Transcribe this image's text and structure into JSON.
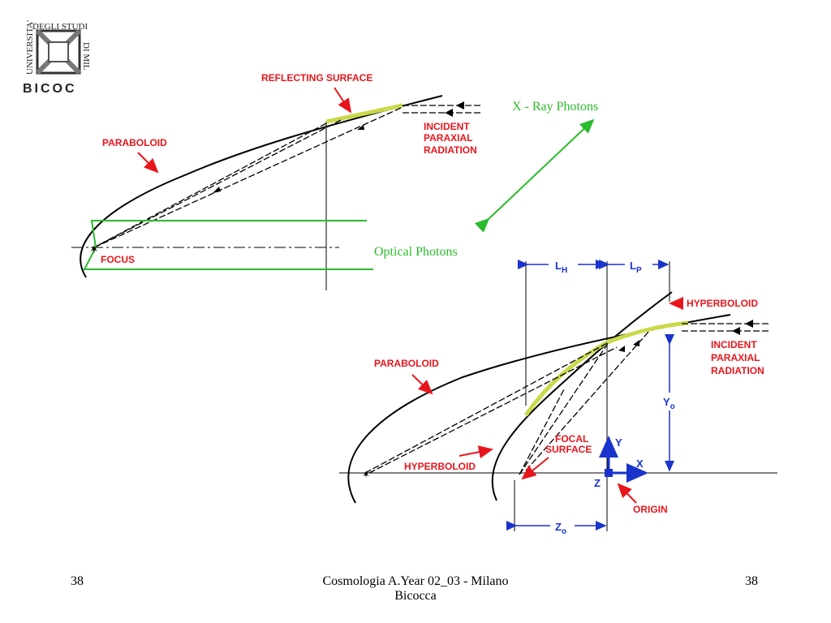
{
  "logo": {
    "universita": "UNIVERSITA'",
    "degli_studi": "DEGLI STUDI",
    "di_mil": "DI MIL",
    "bicoc": "BICOC"
  },
  "top_diagram": {
    "reflecting_surface": "REFLECTING SURFACE",
    "paraboloid": "PARABOLOID",
    "incident": [
      "INCIDENT",
      "PARAXIAL",
      "RADIATION"
    ],
    "focus": "FOCUS"
  },
  "annotations": {
    "xray": "X - Ray Photons",
    "optical": "Optical Photons"
  },
  "bottom_diagram": {
    "lh_main": "L",
    "lh_sub": "H",
    "lp_main": "L",
    "lp_sub": "P",
    "hyperboloid_top": "HYPERBOLOID",
    "incident": [
      "INCIDENT",
      "PARAXIAL",
      "RADIATION"
    ],
    "paraboloid": "PARABOLOID",
    "y0_main": "Y",
    "y0_sub": "o",
    "focal": [
      "FOCAL",
      "SURFACE"
    ],
    "hyperboloid_low": "HYPERBOLOID",
    "axis_y": "Y",
    "axis_x": "X",
    "axis_z": "Z",
    "origin": "ORIGIN",
    "z0_main": "Z",
    "z0_sub": "o"
  },
  "footer": {
    "left": "38",
    "center_line1": "Cosmologia A.Year 02_03 - Milano",
    "center_line2": "Bicocca",
    "right": "38"
  },
  "colors": {
    "red": "#e8161c",
    "green": "#2cbb2c",
    "blue": "#1a33cc",
    "yellow": "#c9d94a"
  }
}
